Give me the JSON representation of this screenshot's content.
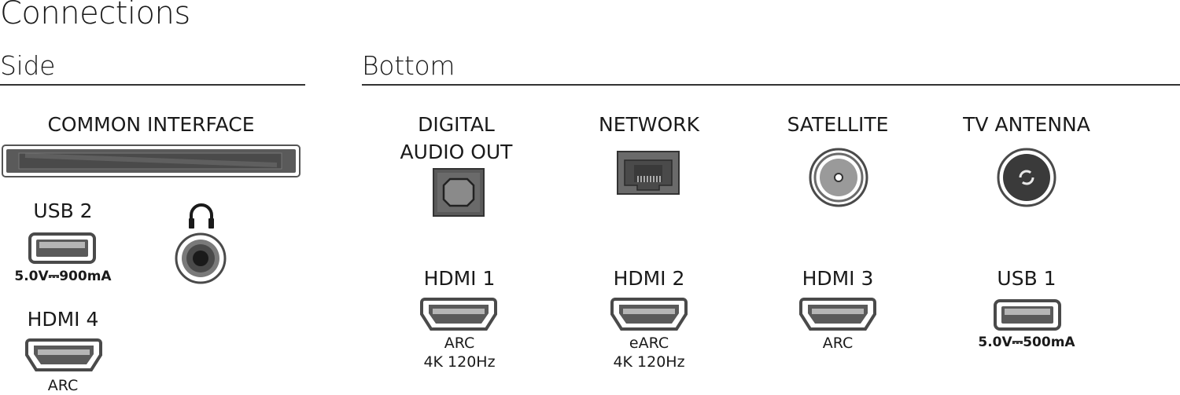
{
  "title": "Connections",
  "side": {
    "heading": "Side",
    "common_interface": {
      "label": "COMMON INTERFACE"
    },
    "usb2": {
      "label": "USB 2",
      "spec": "5.0V⎓900mA"
    },
    "headphones": {
      "icon": "headphones-icon"
    },
    "hdmi4": {
      "label": "HDMI 4",
      "caption": "ARC"
    }
  },
  "bottom": {
    "heading": "Bottom",
    "digital_audio_out": {
      "label_line1": "DIGITAL",
      "label_line2": "AUDIO OUT"
    },
    "network": {
      "label": "NETWORK"
    },
    "satellite": {
      "label": "SATELLITE"
    },
    "tv_antenna": {
      "label": "TV ANTENNA"
    },
    "hdmi1": {
      "label": "HDMI 1",
      "caption_line1": "ARC",
      "caption_line2": "4K 120Hz"
    },
    "hdmi2": {
      "label": "HDMI 2",
      "caption_line1": "eARC",
      "caption_line2": "4K 120Hz"
    },
    "hdmi3": {
      "label": "HDMI 3",
      "caption": "ARC"
    },
    "usb1": {
      "label": "USB 1",
      "spec": "5.0V⎓500mA"
    }
  },
  "colors": {
    "text": "#1a1a1a",
    "port_dark": "#4a4a4a",
    "port_mid": "#8a8a8a",
    "rule": "#333333"
  }
}
